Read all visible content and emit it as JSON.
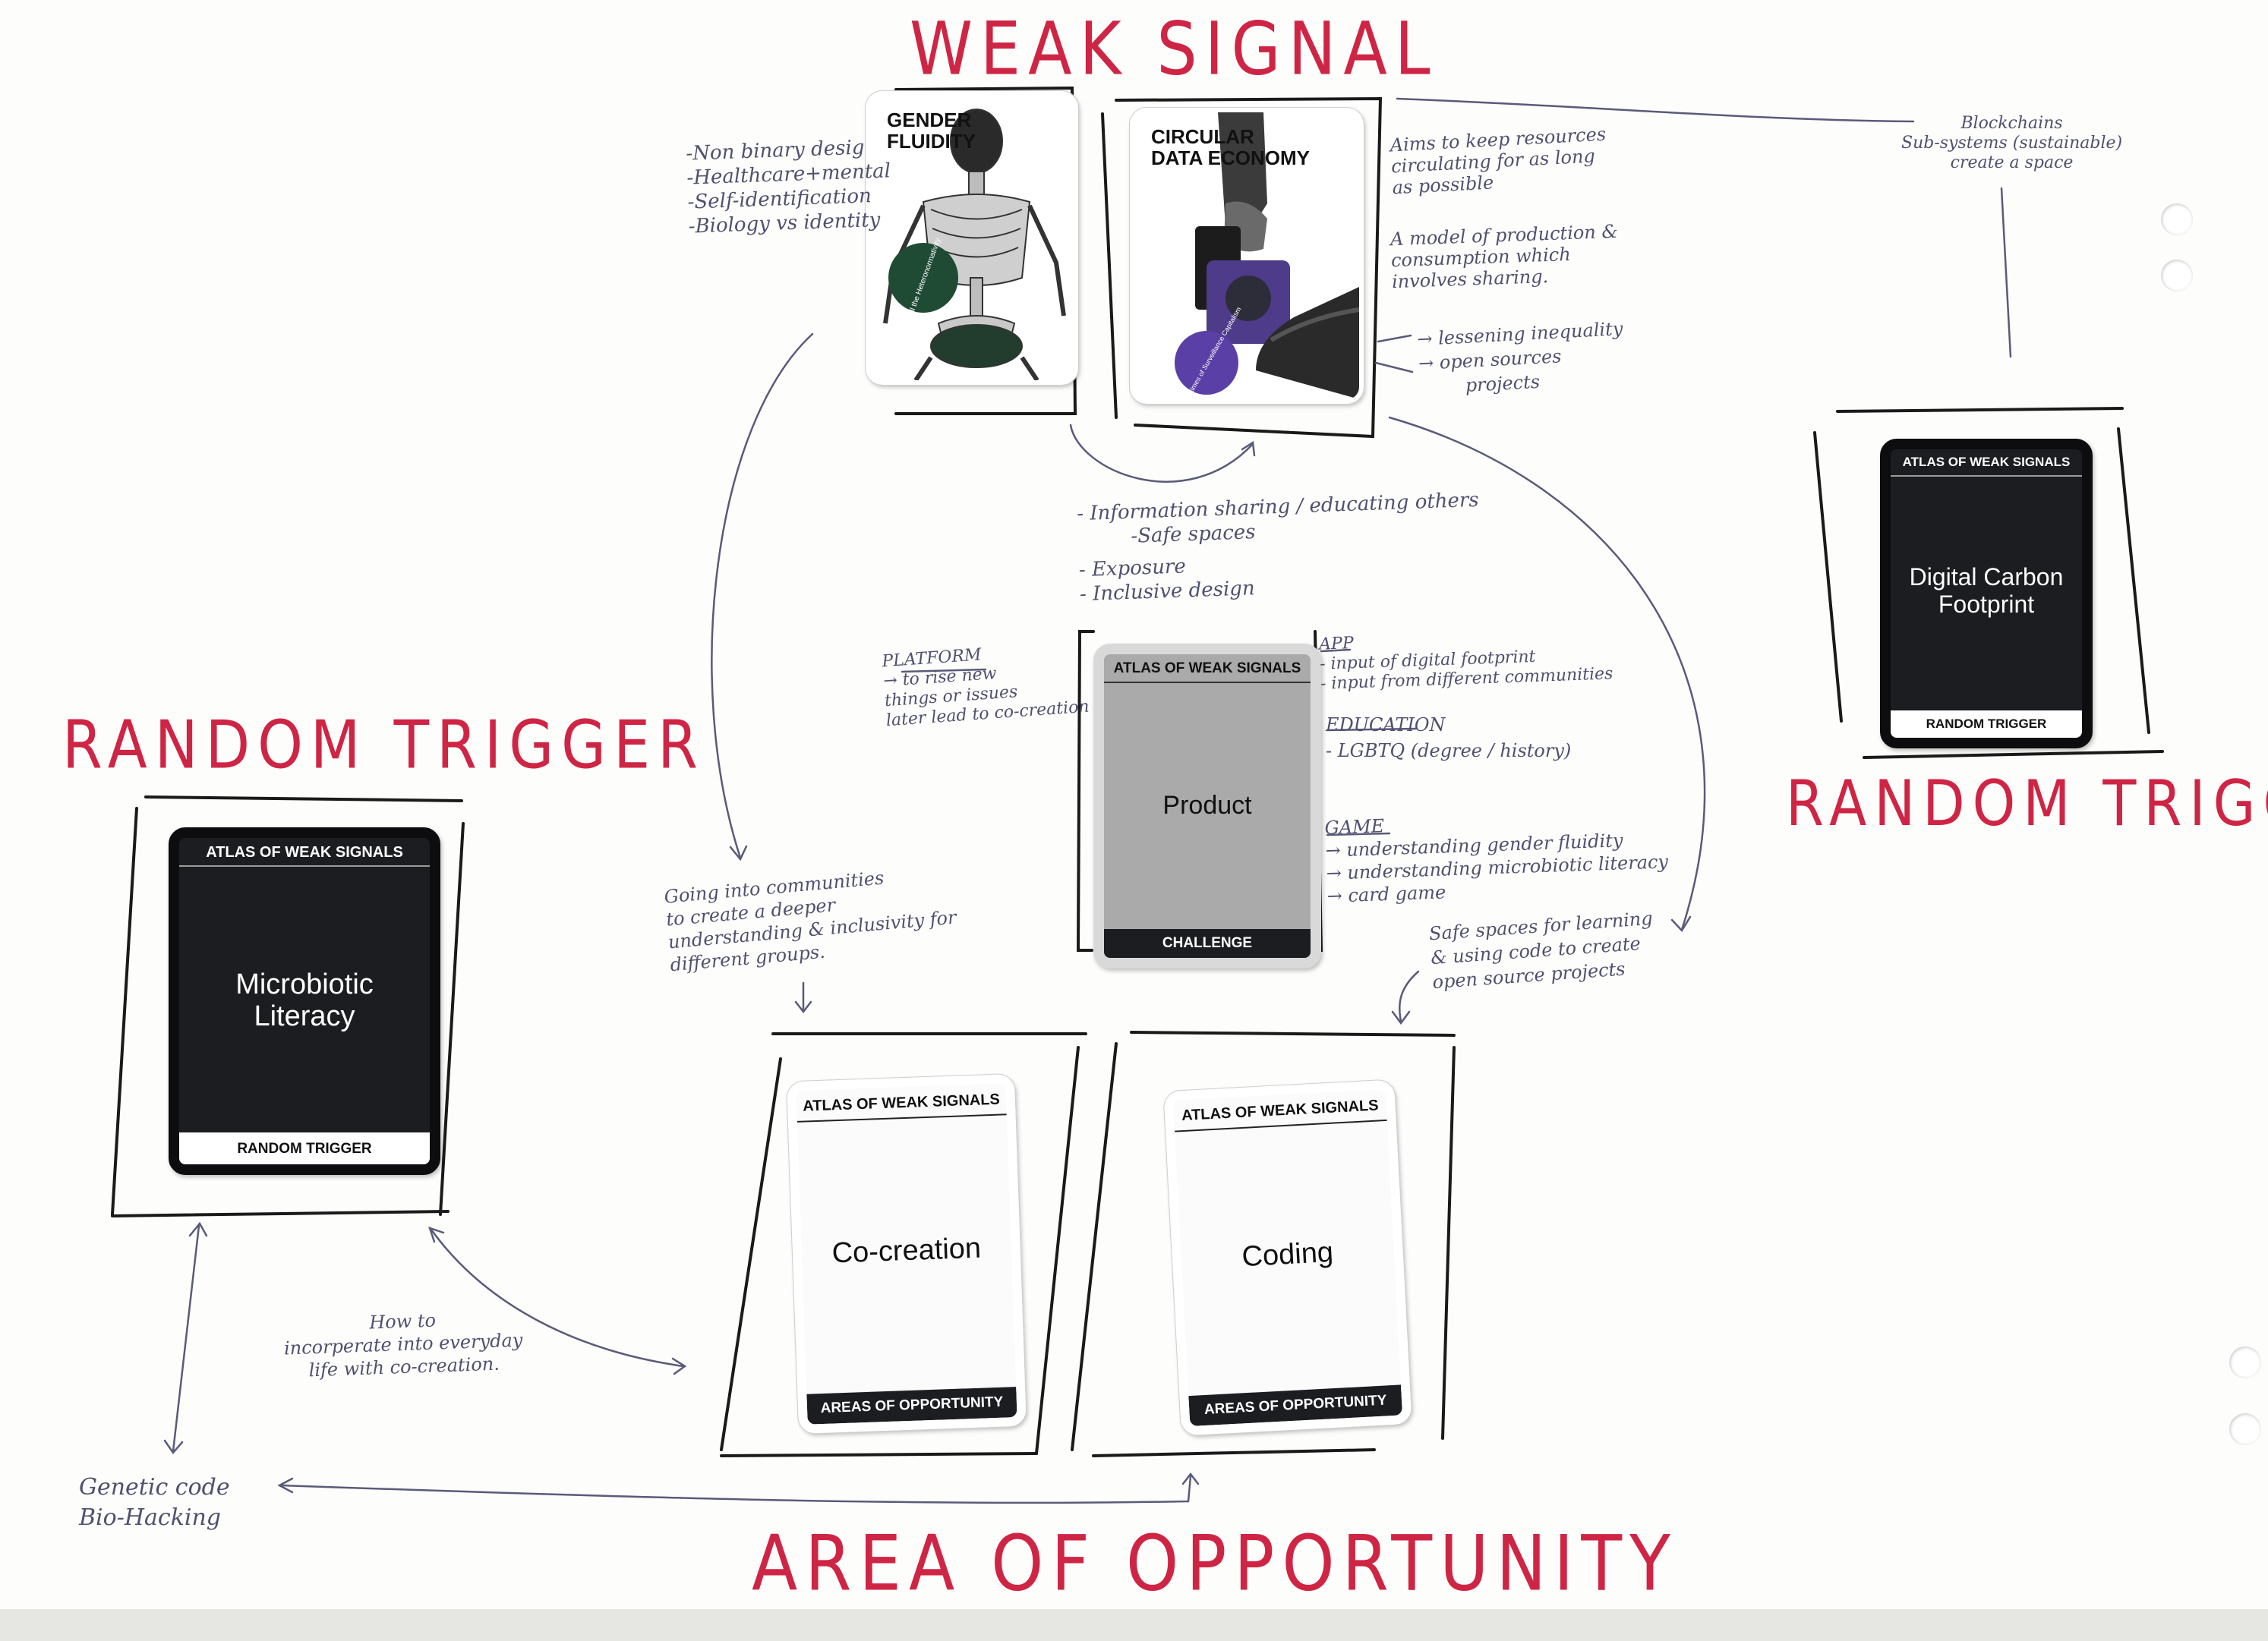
{
  "headings": {
    "weak_signal": "WEAK SIGNAL",
    "random_trigger_left": "RANDOM TRIGGER",
    "random_trigger_right": "RANDOM TRIGGER",
    "area_of_opportunity": "AREA OF OPPORTUNITY"
  },
  "signal_cards": [
    {
      "title": "GENDER\nFLUIDITY",
      "badge_text": "Kill the Heteronormativity"
    },
    {
      "title": "CIRCULAR\nDATA ECONOMY",
      "badge_text": "Life in the times of Surveillance Capitalism"
    }
  ],
  "trigger_cards": [
    {
      "header": "ATLAS OF WEAK SIGNALS",
      "title": "Microbiotic\nLiteracy",
      "footer": "RANDOM TRIGGER"
    },
    {
      "header": "ATLAS OF WEAK SIGNALS",
      "title": "Digital Carbon\nFootprint",
      "footer": "RANDOM TRIGGER"
    }
  ],
  "challenge_card": {
    "header": "ATLAS OF WEAK SIGNALS",
    "title": "Product",
    "footer": "CHALLENGE"
  },
  "opportunity_cards": [
    {
      "header": "ATLAS OF WEAK SIGNALS",
      "title": "Co-creation",
      "footer": "AREAS OF OPPORTUNITY"
    },
    {
      "header": "ATLAS OF WEAK SIGNALS",
      "title": "Coding",
      "footer": "AREAS OF OPPORTUNITY"
    }
  ],
  "notes": {
    "gender_fluidity": [
      "-Non binary desig",
      "-Healthcare+mental",
      "-Self-identification",
      "-Biology vs identity"
    ],
    "circular_economy_1": [
      "Aims to keep resources",
      "circulating for as long",
      "as possible"
    ],
    "circular_economy_2": [
      "A model of production &",
      "consumption which",
      "involves sharing."
    ],
    "circular_economy_3": [
      "→ lessening inequality",
      "→ open sources",
      "projects"
    ],
    "blockchains": [
      "Blockchains",
      "Sub-systems (sustainable)",
      "create a space"
    ],
    "information_sharing": [
      "- Information sharing / educating others",
      "-Safe spaces",
      "- Exposure",
      "- Inclusive design"
    ],
    "platform": [
      "PLATFORM",
      "→ to rise new",
      "things or issues",
      "later lead to co-creation"
    ],
    "app": [
      "APP",
      "- input of digital footprint",
      "- input from different communities"
    ],
    "education": [
      "EDUCATION",
      "- LGBTQ (degree / history)"
    ],
    "game": [
      "GAME",
      "→ understanding gender fluidity",
      "→ understanding microbiotic literacy",
      "→ card game"
    ],
    "communities": [
      "Going into communities",
      "to create a deeper",
      "understanding & inclusivity for",
      "different groups."
    ],
    "safe_spaces": [
      "Safe spaces for learning",
      "& using code to create",
      "open source projects"
    ],
    "everyday_life": [
      "How to",
      "incorperate into everyday",
      "life with co-creation."
    ],
    "genetic_code": [
      "Genetic code",
      "Bio-Hacking"
    ]
  },
  "colors": {
    "heading_red": "#cf2545",
    "pen_ink": "#50506f",
    "card_black": "#1c1d21",
    "card_grey": "#a9aaa9"
  }
}
